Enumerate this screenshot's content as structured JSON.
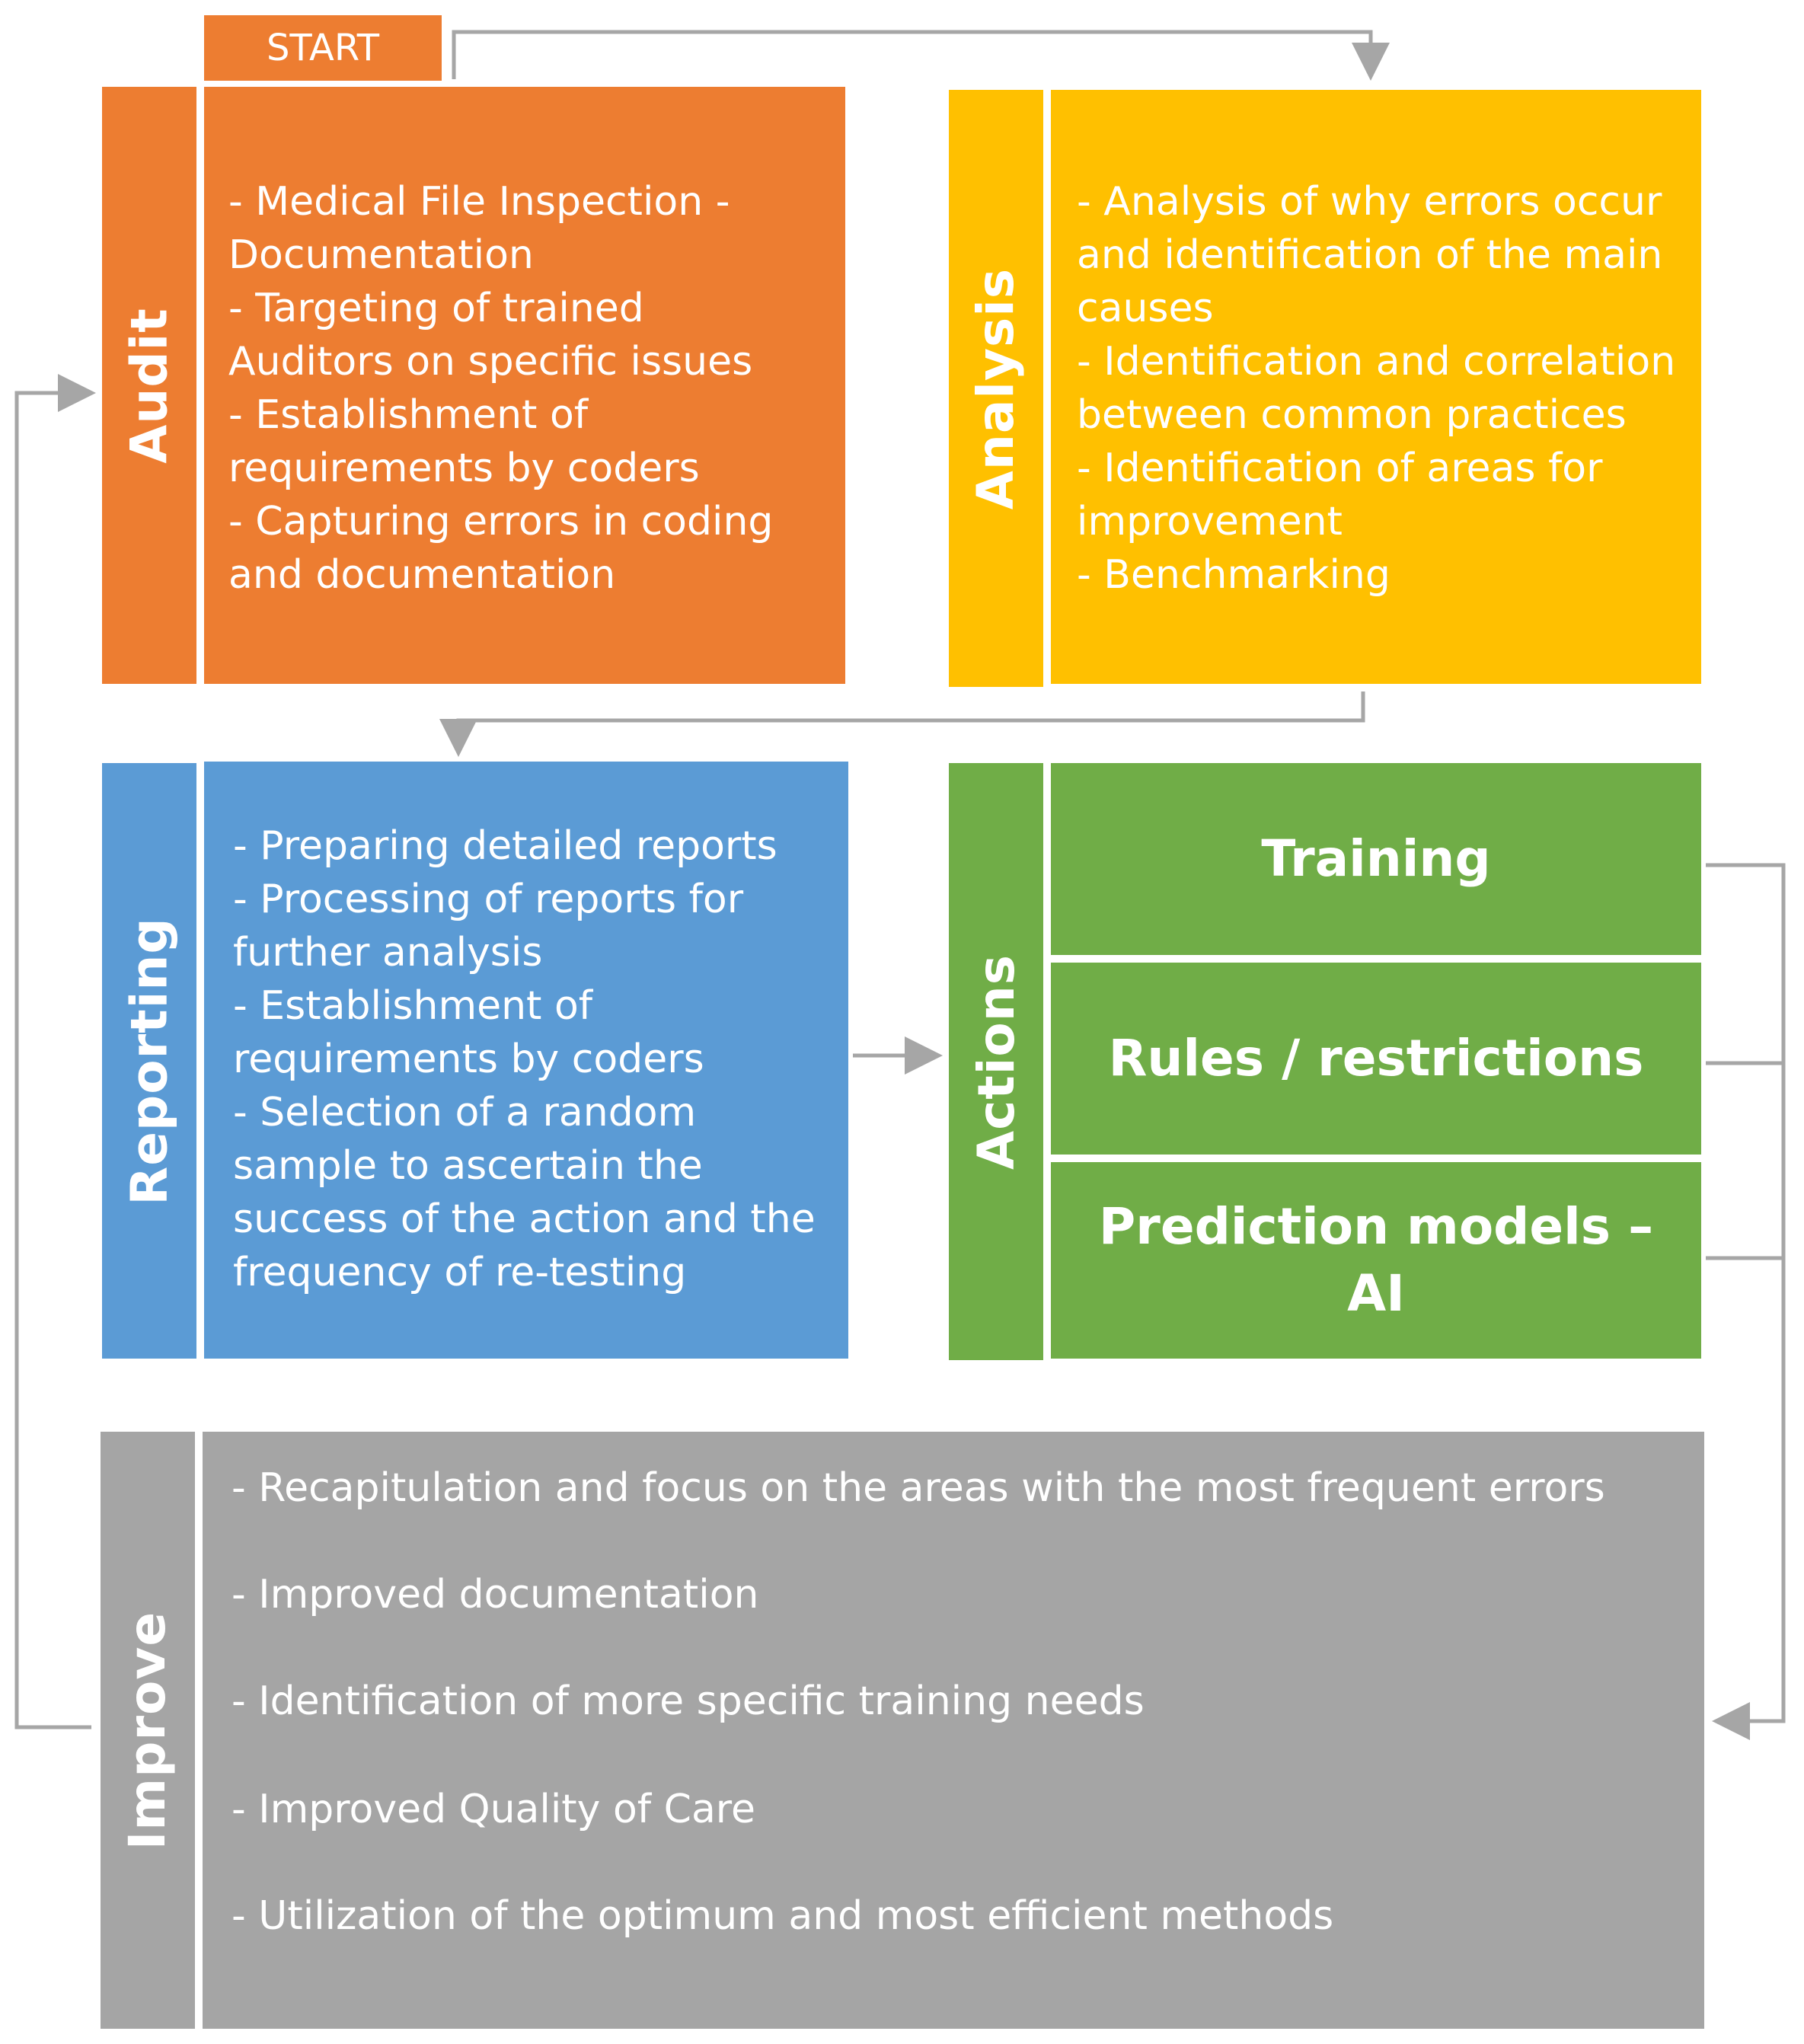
{
  "start": {
    "label": "START"
  },
  "audit": {
    "title": "Audit",
    "text": "- Medical File Inspection -\nDocumentation\n- Targeting of trained\nAuditors on specific issues\n- Establishment of\nrequirements by coders\n- Capturing errors in coding\nand documentation"
  },
  "analysis": {
    "title": "Analysis",
    "text": "- Analysis of why errors occur\nand identification of the main\ncauses\n- Identification and correlation\nbetween common practices\n- Identification of areas for\nimprovement\n- Benchmarking"
  },
  "reporting": {
    "title": "Reporting",
    "text": "- Preparing detailed reports\n- Processing of reports for\nfurther analysis\n- Establishment of\nrequirements by coders\n- Selection of a random\nsample to ascertain the\nsuccess of the action and the\nfrequency of re-testing"
  },
  "actions": {
    "title": "Actions",
    "items": [
      {
        "label": "Training"
      },
      {
        "label": "Rules / restrictions"
      },
      {
        "label": "Prediction models –\nAI"
      }
    ]
  },
  "improve": {
    "title": "Improve",
    "items": [
      "- Recapitulation and focus on the areas with the most frequent errors",
      "- Improved documentation",
      "- Identification of more specific training needs",
      "- Improved Quality of Care",
      "- Utilization of the optimum and most efficient methods"
    ]
  },
  "colors": {
    "audit": "#ED7D31",
    "analysis": "#FFC000",
    "reporting": "#5B9BD5",
    "actions": "#70AD47",
    "improve": "#A5A5A5",
    "connector": "#A6A6A6"
  }
}
